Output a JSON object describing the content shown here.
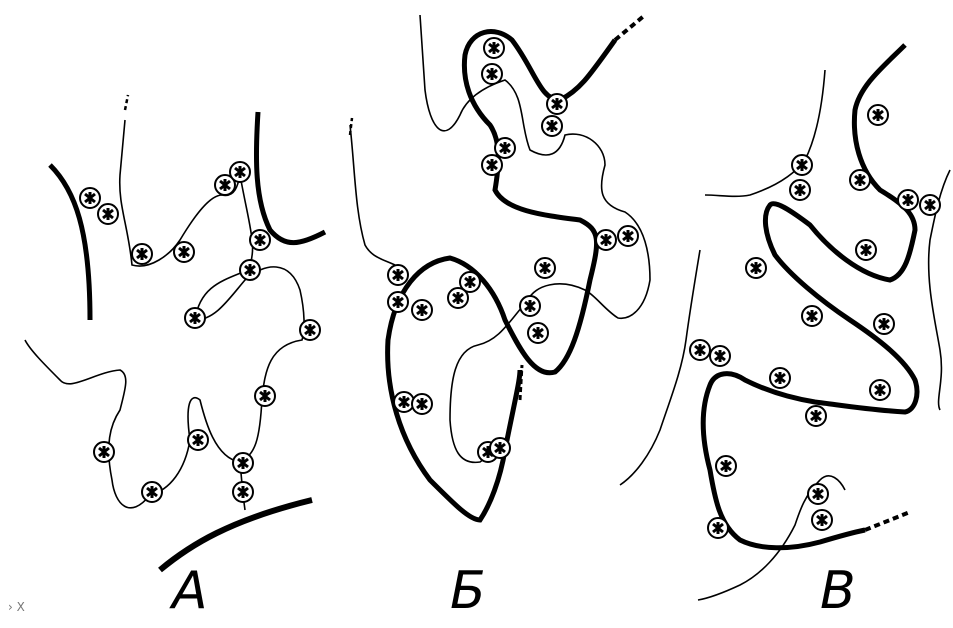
{
  "panels": [
    {
      "id": "a",
      "label": "А"
    },
    {
      "id": "b",
      "label": "Б"
    },
    {
      "id": "v",
      "label": "В"
    }
  ],
  "corner_mark": "› X",
  "colors": {
    "ink": "#000000",
    "background": "#ffffff"
  }
}
